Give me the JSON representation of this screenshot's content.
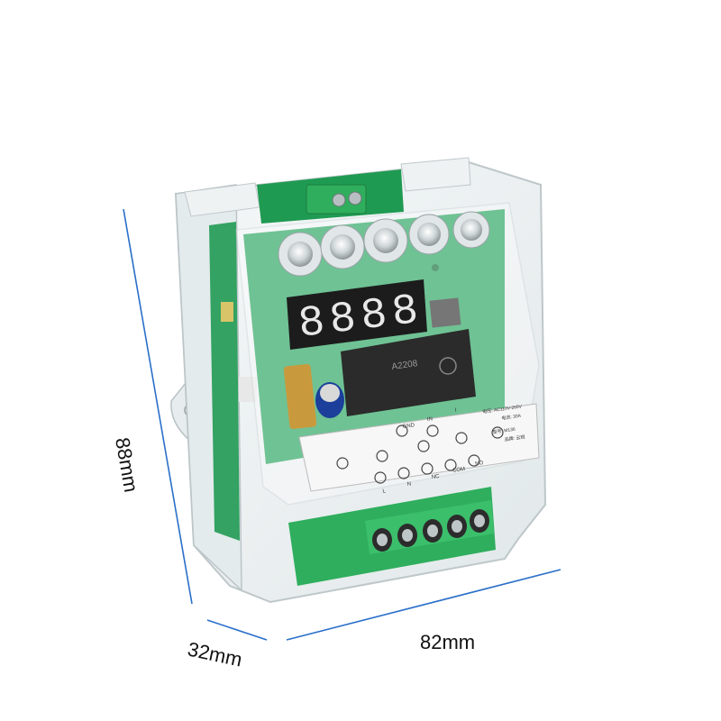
{
  "dimensions": {
    "height_label": "88mm",
    "width_label": "82mm",
    "depth_label": "32mm"
  },
  "display": {
    "digits": "8888"
  },
  "label_panel": {
    "spec_lines": [
      "电压: AC110V-265V",
      "电流: 30A",
      "型号: M136",
      "品牌: 云锐"
    ],
    "terminals_top": [
      "GND",
      "IN",
      "I"
    ],
    "terminals_bottom": [
      "L",
      "N",
      "NC",
      "COM",
      "NO"
    ]
  },
  "colors": {
    "dimension_line": "#2a6fc9",
    "pcb": "#1f9a52",
    "terminal_block": "#2fae5d",
    "display_digit": "#e8e8e8"
  }
}
